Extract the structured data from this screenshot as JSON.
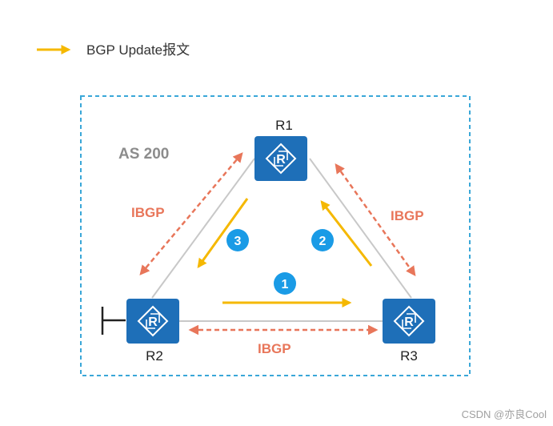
{
  "legend": {
    "text": "BGP Update报文",
    "arrow_color": "#f5b800"
  },
  "as_label": "AS 200",
  "routers": {
    "r1": {
      "name": "R1"
    },
    "r2": {
      "name": "R2"
    },
    "r3": {
      "name": "R3"
    }
  },
  "ibgp_labels": {
    "left": "IBGP",
    "right": "IBGP",
    "bottom": "IBGP"
  },
  "steps": {
    "one": "1",
    "two": "2",
    "three": "3"
  },
  "colors": {
    "router_fill": "#1e6fb8",
    "ibgp": "#e8765a",
    "update_arrow": "#f5b800",
    "step_badge": "#1a9be6",
    "as_border": "#3aa7d8",
    "link": "#c8c8c8"
  },
  "watermark": "CSDN @亦良Cool"
}
